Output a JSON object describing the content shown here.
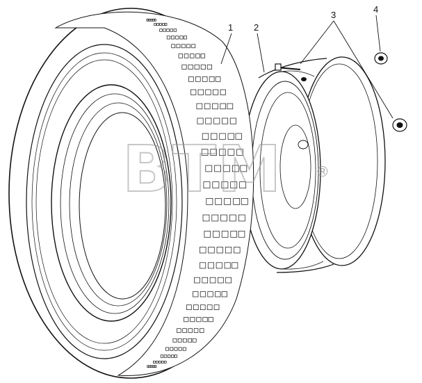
{
  "callouts": [
    {
      "id": "1",
      "text": "1"
    },
    {
      "id": "2",
      "text": "2"
    },
    {
      "id": "3",
      "text": "3"
    },
    {
      "id": "4",
      "text": "4"
    }
  ],
  "watermark": {
    "text": "ВТМ",
    "mark": "®"
  },
  "colors": {
    "line": "#111111",
    "background": "#ffffff",
    "watermark": "#9a9a9a"
  }
}
